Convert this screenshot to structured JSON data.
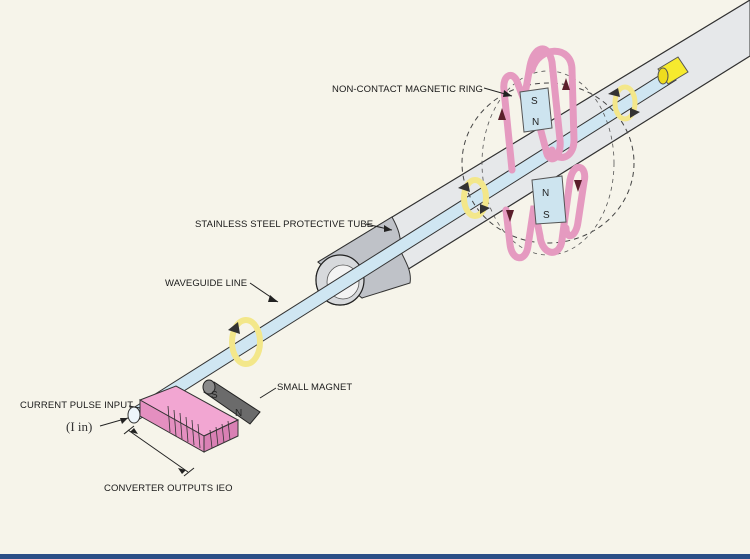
{
  "labels": {
    "magnetic_ring": "NON-CONTACT MAGNETIC RING",
    "protective_tube": "STAINLESS STEEL PROTECTIVE TUBE",
    "waveguide_line": "WAVEGUIDE LINE",
    "small_magnet": "SMALL MAGNET",
    "pulse_input": "CURRENT PULSE INPUT",
    "pulse_symbol": "(I in)",
    "converter_outputs": "CONVERTER OUTPUTS IEO"
  },
  "poles": {
    "ring_upper_s": "S",
    "ring_upper_n": "N",
    "ring_lower_n": "N",
    "ring_lower_s": "S",
    "small_s": "S",
    "small_n": "N"
  },
  "colors": {
    "background": "#f6f4ea",
    "tube": "#d0d8e2",
    "waveguide": "#cfe6f2",
    "coil": "#e59ac0",
    "converter": "#f2a6d2",
    "arrow_ring": "#f3e78a",
    "end_cap": "#f6ea2e",
    "magnet": "#6b6b6b"
  }
}
